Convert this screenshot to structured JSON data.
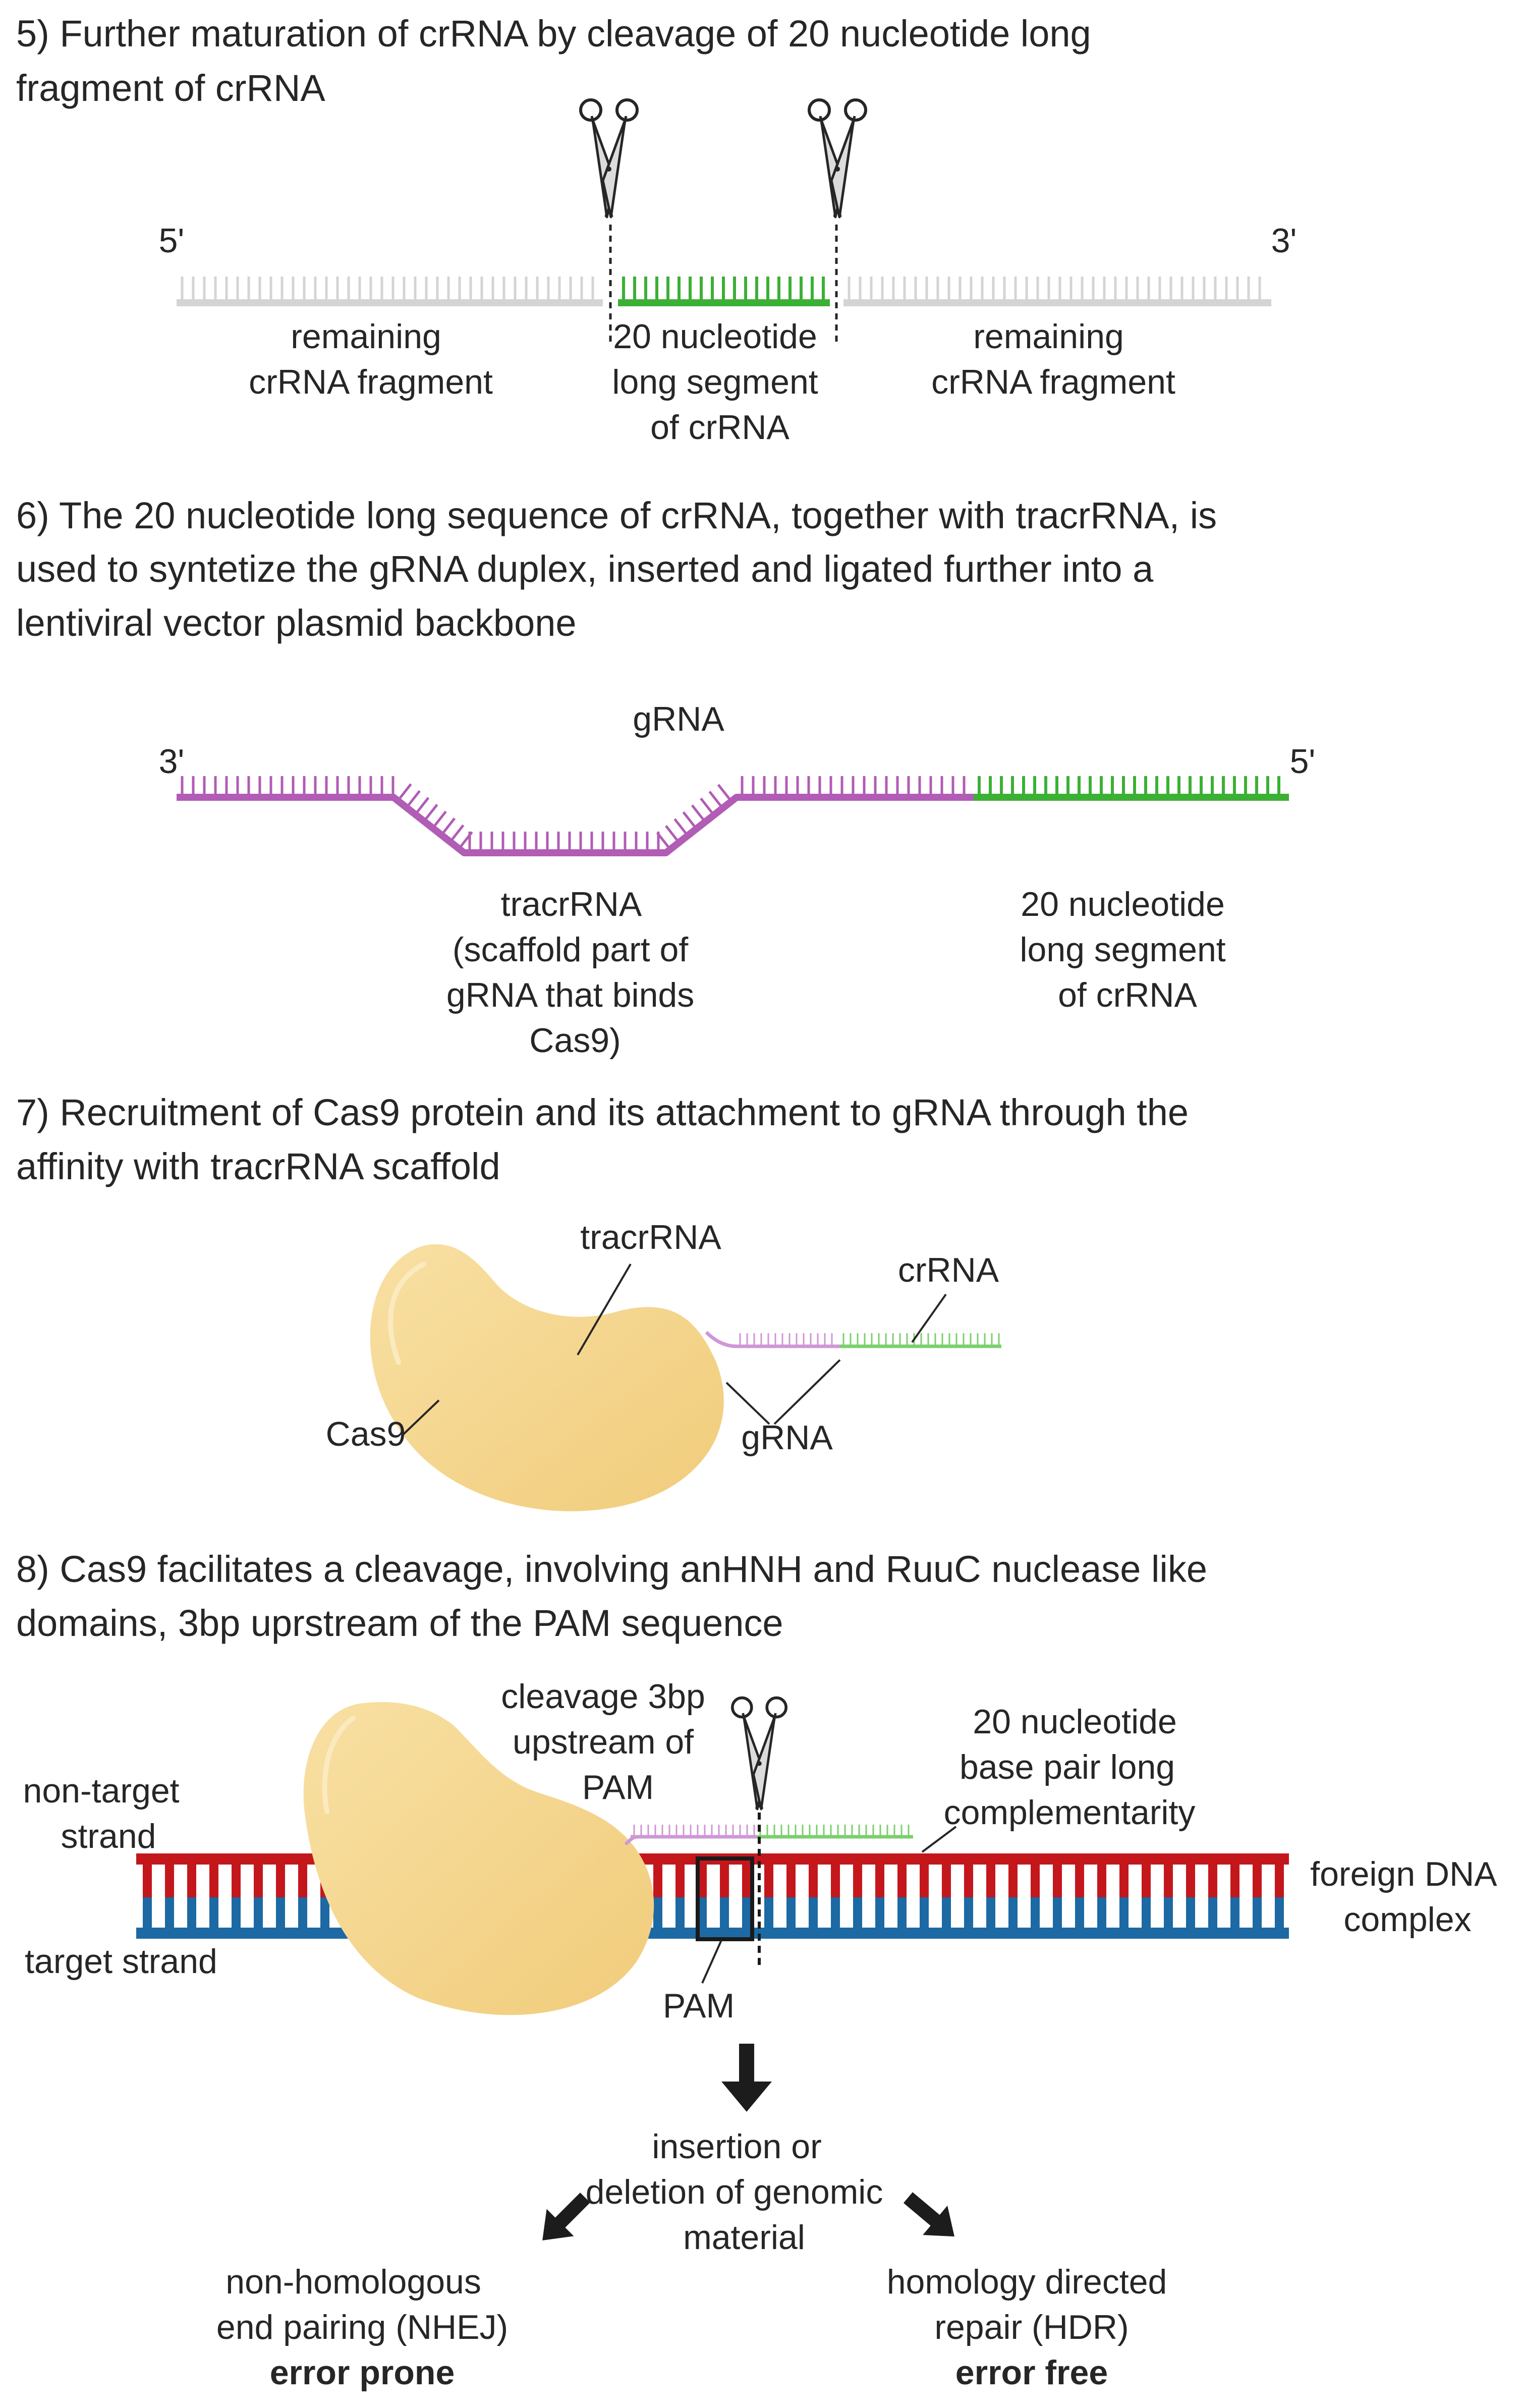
{
  "section5": {
    "heading": [
      "5) Further maturation of crRNA by cleavage of 20 nucleotide long",
      "fragment of crRNA"
    ],
    "end_5": "5'",
    "end_3": "3'",
    "left_label": [
      "remaining",
      "crRNA fragment"
    ],
    "middle_label": [
      "20 nucleotide",
      "long segment",
      "of crRNA"
    ],
    "right_label": [
      "remaining",
      "crRNA fragment"
    ]
  },
  "section6": {
    "heading": [
      "6) The 20 nucleotide long sequence of crRNA, together with tracrRNA, is",
      "used to syntetize the gRNA duplex, inserted and ligated further into a",
      "lentiviral vector plasmid backbone"
    ],
    "title": "gRNA",
    "end_3": "3'",
    "end_5": "5'",
    "tracr_label": [
      "tracrRNA",
      "(scaffold part of",
      "gRNA that binds",
      "Cas9)"
    ],
    "segment_label": [
      "20 nucleotide",
      "long segment",
      "of crRNA"
    ]
  },
  "section7": {
    "heading": [
      "7) Recruitment of Cas9 protein and its attachment to gRNA through the",
      "affinity with tracrRNA scaffold"
    ],
    "tracr_label": "tracrRNA",
    "crrna_label": "crRNA",
    "cas9_label": "Cas9",
    "grna_label": "gRNA"
  },
  "section8": {
    "heading": [
      "8) Cas9 facilitates a cleavage, involving anHNH and RuuC nuclease like",
      "domains, 3bp uprstream of the PAM sequence"
    ],
    "cleavage_label": [
      "cleavage 3bp",
      "upstream of",
      "PAM"
    ],
    "complementarity_label": [
      "20 nucleotide",
      "base pair long",
      "complementarity"
    ],
    "nontarget_label": [
      "non-target",
      "strand"
    ],
    "target_label": "target strand",
    "foreign_label": [
      "foreign DNA",
      "complex"
    ],
    "pam_label": "PAM",
    "outcome_label": [
      "insertion or",
      "deletion of genomic",
      "material"
    ],
    "nhej_label": [
      "non-homologous",
      "end pairing (NHEJ)"
    ],
    "nhej_bold": "error prone",
    "hdr_label": [
      "homology directed",
      "repair (HDR)"
    ],
    "hdr_bold": "error free"
  },
  "colors": {
    "text": "#262626",
    "grey_rna": "#d4d4d4",
    "green_rna": "#3cb035",
    "pink_rna": "#b15cb5",
    "light_pink_rna": "#cf97d6",
    "light_green_rna": "#7ccf6e",
    "dna_red": "#c4171c",
    "dna_blue": "#1c69a3",
    "cas9": "#f5d48a",
    "arrow": "#1c1c1c"
  }
}
